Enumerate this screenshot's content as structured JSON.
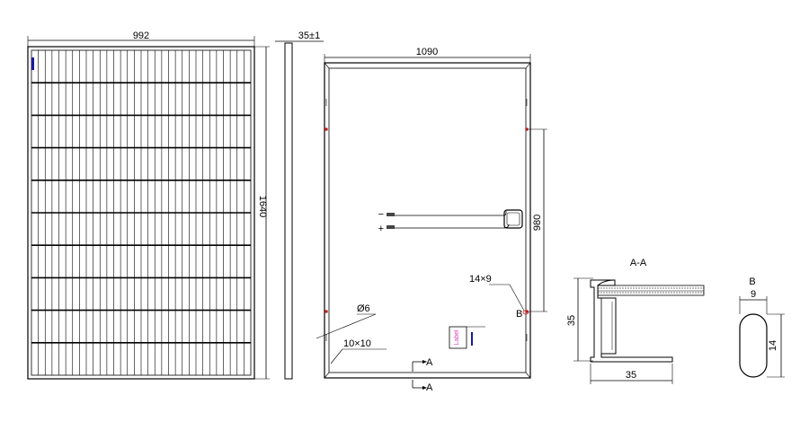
{
  "front_view": {
    "width_label": "992",
    "height_label": "1640"
  },
  "side_view": {
    "thickness_label": "35±1"
  },
  "back_view": {
    "width_label": "1090",
    "mount_spacing_label": "980",
    "slot_label": "14×9",
    "hole_label": "Ø6",
    "ground_label": "10×10",
    "detail_ref": "B",
    "section_ref": "A",
    "cable_plus": "+",
    "cable_minus": "−",
    "label_sticker_text": "Label"
  },
  "section_view": {
    "title": "A-A",
    "height_label": "35",
    "width_label": "35"
  },
  "detail_view": {
    "title": "B",
    "width_label": "9",
    "height_label": "14"
  },
  "colors": {
    "line": "#000000",
    "mount_hole": "#cc2222",
    "label_pink": "#e040c0",
    "accent_blue": "#1a1aa0"
  }
}
